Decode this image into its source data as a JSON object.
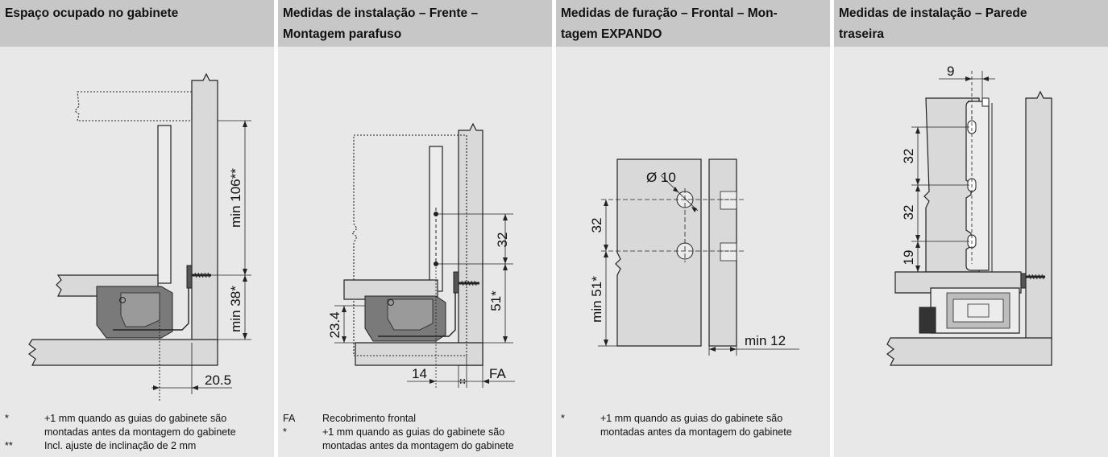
{
  "panels": [
    {
      "title_line1": "Espaço ocupado no gabinete",
      "title_line2": "",
      "dims": {
        "d1": "min 106**",
        "d2": "min 38*",
        "d3": "20.5"
      },
      "notes": [
        {
          "symbol": "*",
          "line1": "+1 mm quando as guias do gabinete são",
          "line2": "montadas antes da montagem do gabinete"
        },
        {
          "symbol": "**",
          "line1": "Incl. ajuste de inclinação de 2 mm",
          "line2": ""
        }
      ]
    },
    {
      "title_line1": "Medidas de instalação – Frente –",
      "title_line2": "Montagem parafuso",
      "dims": {
        "d1": "32",
        "d2": "51*",
        "d3": "23.4",
        "d4": "14",
        "d5": "FA"
      },
      "notes": [
        {
          "symbol": "FA",
          "line1": "Recobrimento frontal",
          "line2": ""
        },
        {
          "symbol": "*",
          "line1": "+1 mm quando as guias do gabinete são",
          "line2": "montadas antes da montagem do gabinete"
        }
      ]
    },
    {
      "title_line1": "Medidas de furação – Frontal – Mon-",
      "title_line2": "tagem EXPANDO",
      "dims": {
        "d1": "Ø 10",
        "d2": "32",
        "d3": "min 51*",
        "d4": "min 12"
      },
      "notes": [
        {
          "symbol": "*",
          "line1": "+1 mm quando as guias do gabinete são",
          "line2": "montadas antes da montagem do gabinete"
        }
      ]
    },
    {
      "title_line1": "Medidas de instalação – Parede",
      "title_line2": "traseira",
      "dims": {
        "d1": "9",
        "d2": "32",
        "d3": "32",
        "d4": "19"
      },
      "notes": []
    }
  ],
  "colors": {
    "header_bg": "#c7c7c7",
    "panel_bg": "#e8e8e8",
    "part_fill": "#d9d9d9",
    "dark_fill": "#6f6f6f"
  }
}
